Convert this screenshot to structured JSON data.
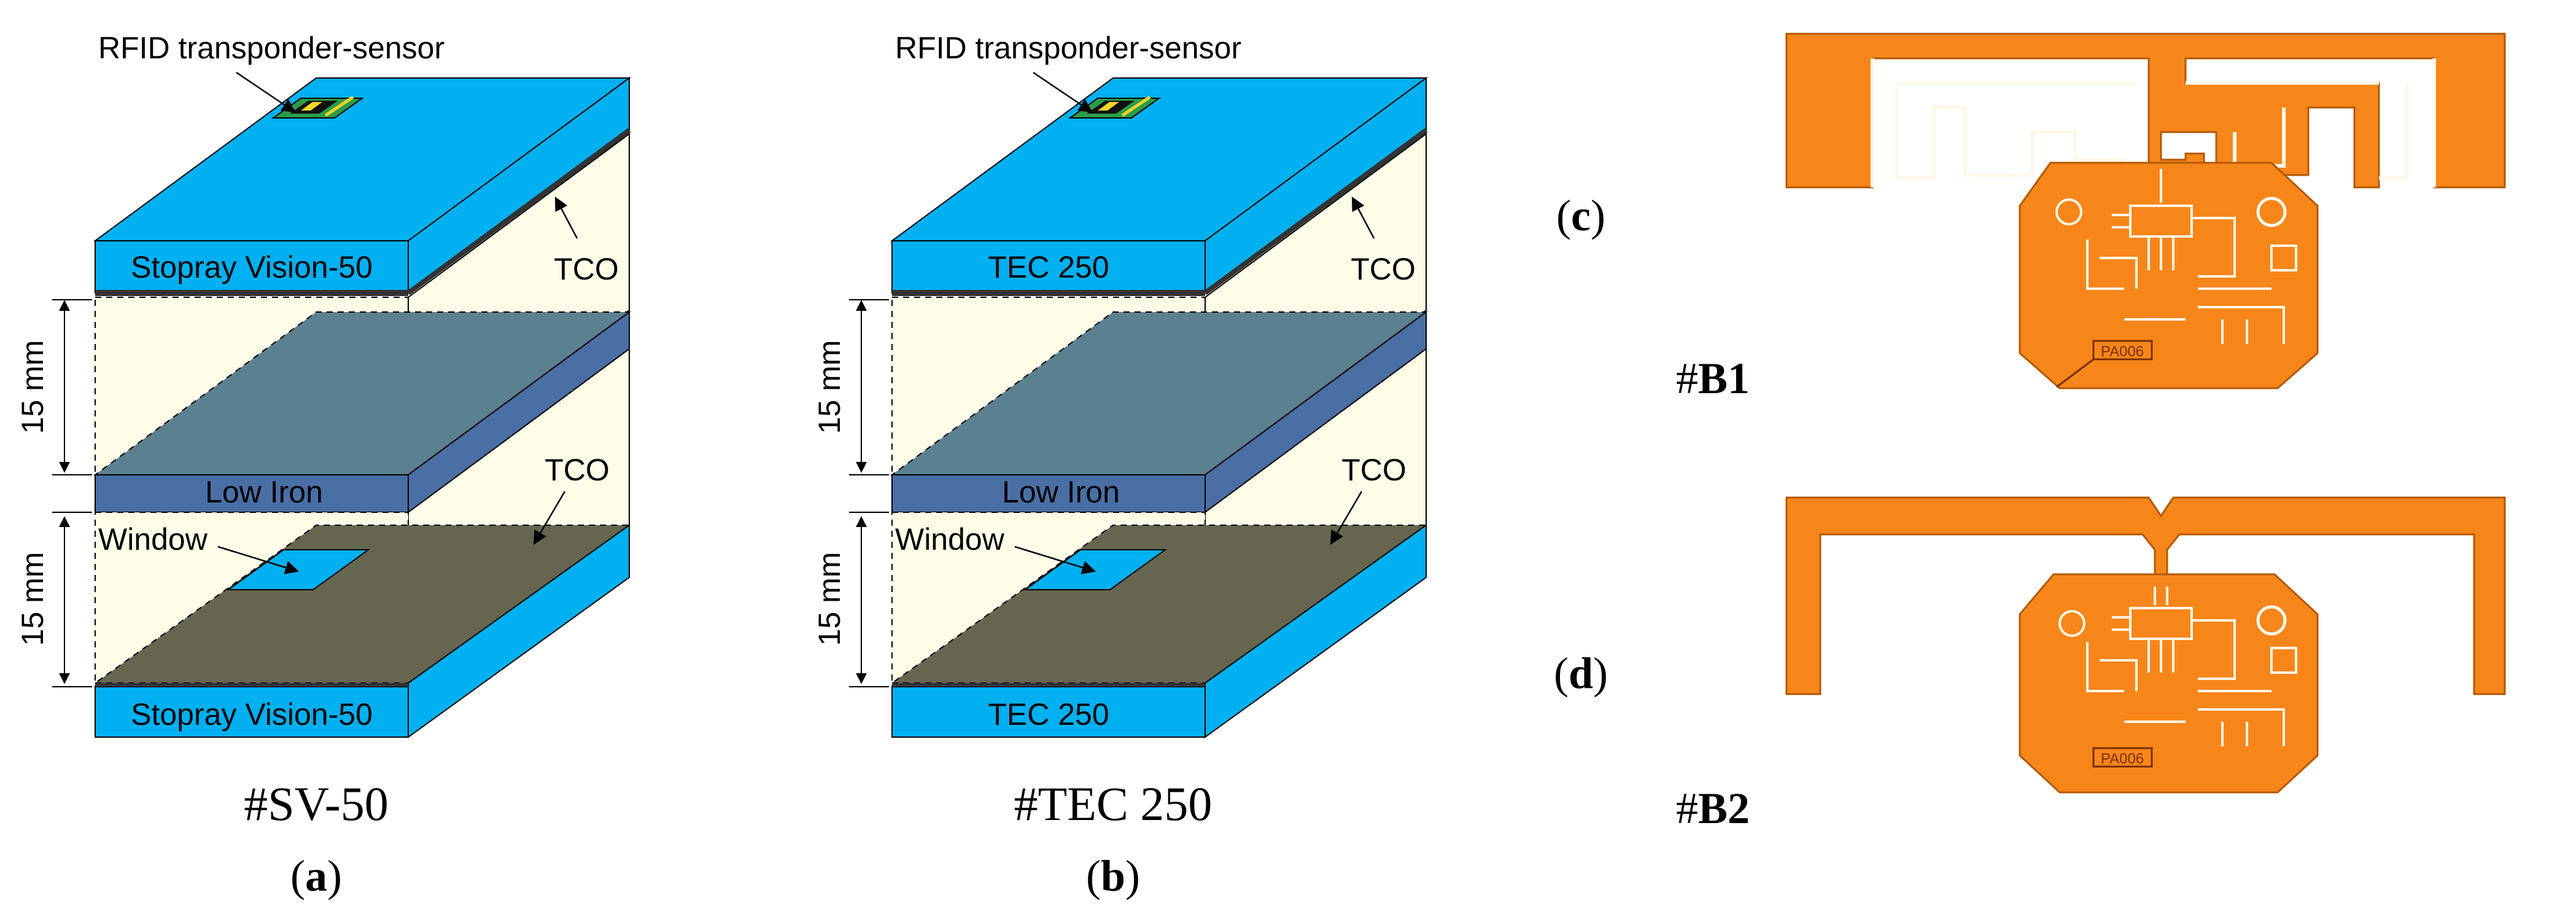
{
  "colors": {
    "glass_blue": "#00b0f0",
    "glass_edge": "#0a7fc2",
    "low_iron": "#4a6fa5",
    "low_iron_top": "#5b8090",
    "tco_dark": "#666650",
    "cavity": "#fffde8",
    "pcb_orange": "#f7861a",
    "chip_green": "#2a9d4a"
  },
  "panels": [
    {
      "top_glass_label": "Stopray Vision-50",
      "bottom_glass_label": "Stopray Vision-50",
      "middle_label": "Low Iron",
      "rfid_label": "RFID transponder-sensor",
      "tco_top_label": "TCO",
      "tco_bottom_label": "TCO",
      "window_label": "Window",
      "gap_top_label": "15 mm",
      "gap_bottom_label": "15 mm",
      "name": "#SV-50",
      "letter": "a"
    },
    {
      "top_glass_label": "TEC 250",
      "bottom_glass_label": "TEC 250",
      "middle_label": "Low Iron",
      "rfid_label": "RFID transponder-sensor",
      "tco_top_label": "TCO",
      "tco_bottom_label": "TCO",
      "window_label": "Window",
      "gap_top_label": "15 mm",
      "gap_bottom_label": "15 mm",
      "name": "#TEC 250",
      "letter": "b"
    }
  ],
  "boards": [
    {
      "letter": "c",
      "hash": "#",
      "name": "B1",
      "pad_label": "PA006"
    },
    {
      "letter": "d",
      "hash": "#",
      "name": "B2",
      "pad_label": "PA006"
    }
  ],
  "paren_open": "(",
  "paren_close": ")"
}
